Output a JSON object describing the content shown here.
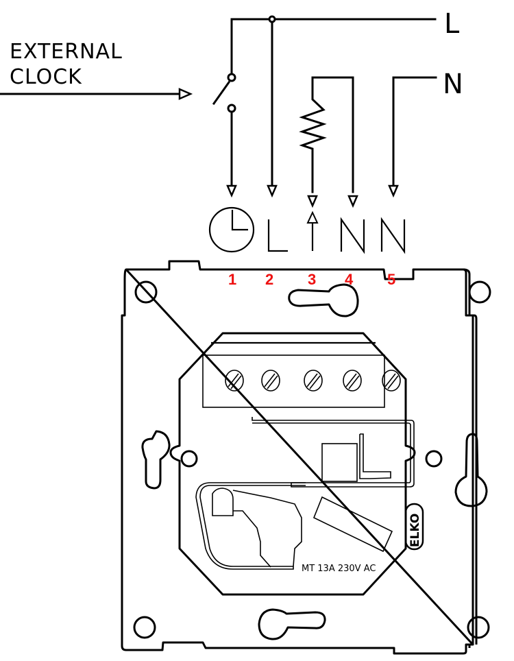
{
  "diagram": {
    "title_lines": [
      "EXTERNAL",
      "CLOCK"
    ],
    "supply_labels": {
      "line": "L",
      "neutral": "N"
    },
    "terminal_symbols": [
      {
        "number": "1",
        "symbol": "clock-symbol",
        "meaning": "external clock input"
      },
      {
        "number": "2",
        "symbol": "L",
        "meaning": "line"
      },
      {
        "number": "3",
        "symbol": "heating-output-arrow",
        "meaning": "load output"
      },
      {
        "number": "4",
        "symbol": "N",
        "meaning": "neutral (load)"
      },
      {
        "number": "5",
        "symbol": "N",
        "meaning": "neutral (supply)"
      }
    ],
    "terminal_number_color": "#ee1111",
    "device": {
      "rating_text": "MT 13A 230V AC",
      "brand": "ELKO"
    }
  }
}
